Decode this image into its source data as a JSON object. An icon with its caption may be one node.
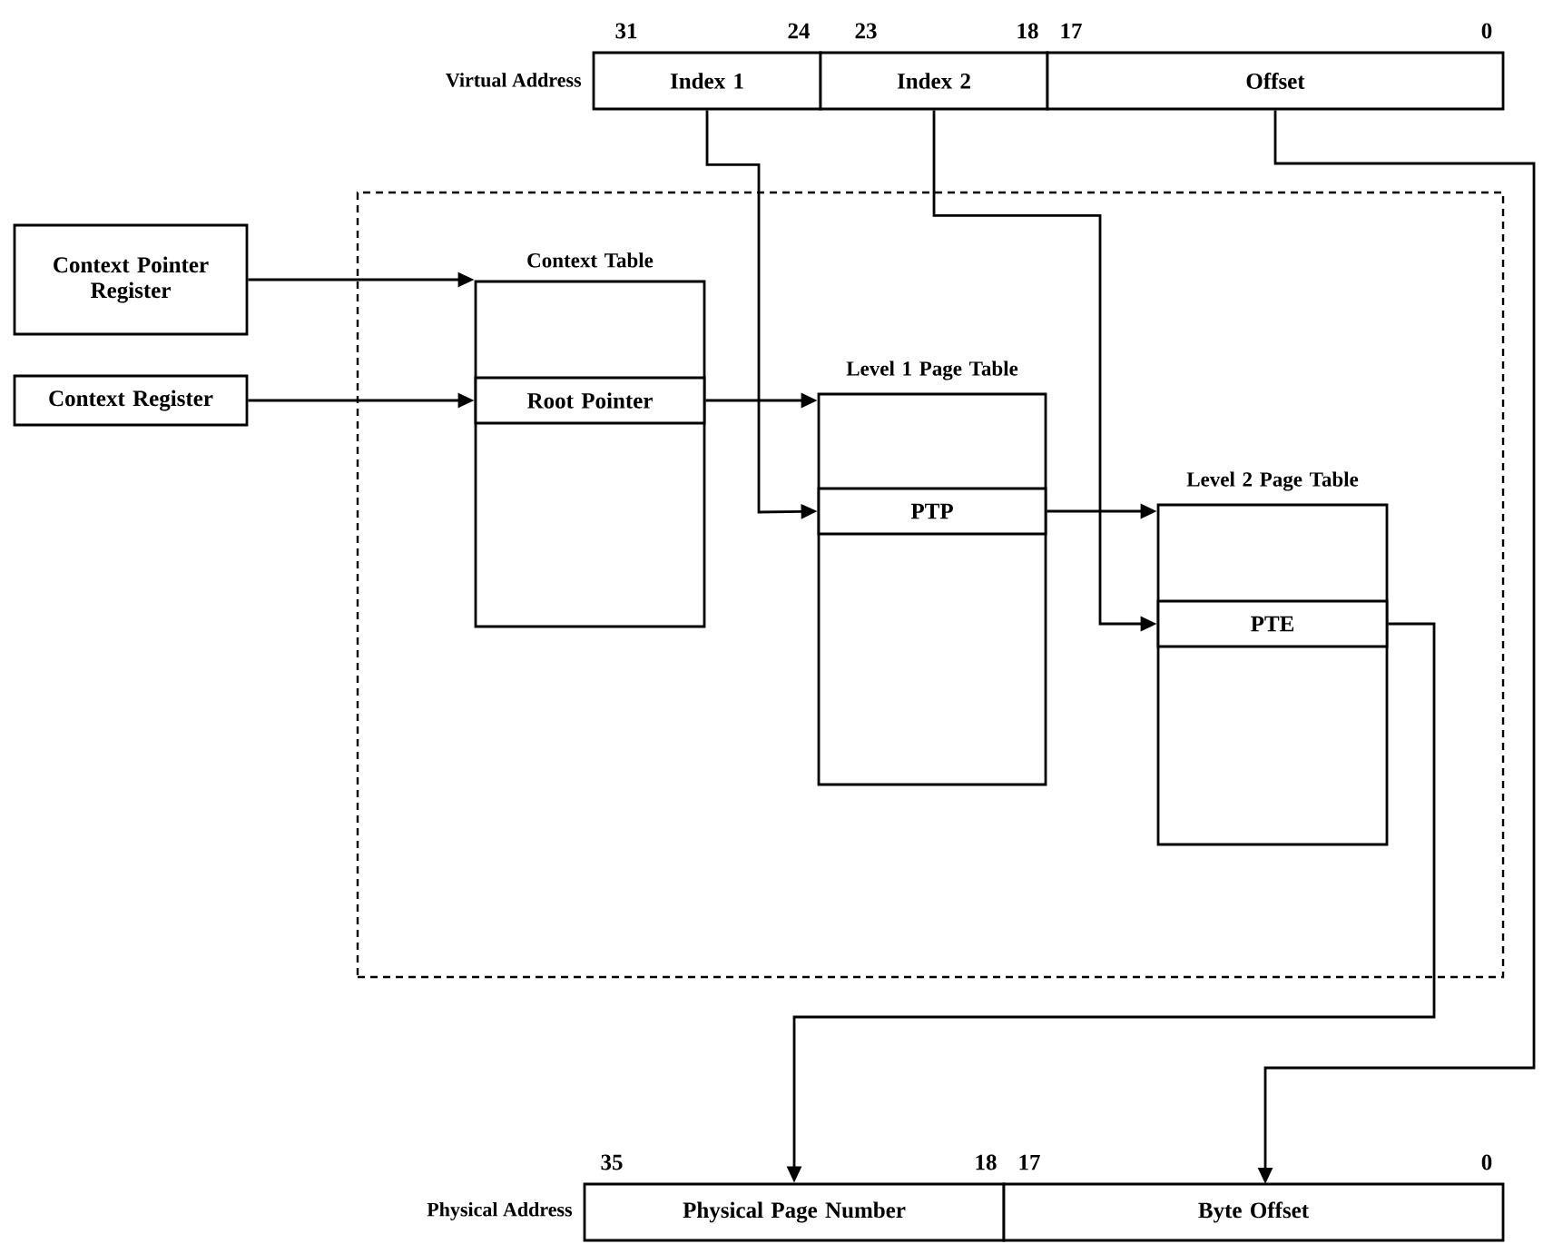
{
  "diagram": {
    "nodes": [
      {
        "text": [
          "Index 1"
        ]
      },
      {
        "text": [
          "Index 2"
        ]
      },
      {
        "text": [
          "Offset"
        ]
      },
      {
        "text": [],
        "shape": "box"
      },
      {
        "text": [
          "Context Pointer Register"
        ]
      },
      {
        "text": [
          "Context Register"
        ]
      },
      {
        "text": [
          "Context Table"
        ],
        "in": 3
      },
      {
        "text": [
          "Root Pointer"
        ],
        "in": 6
      },
      {
        "text": [
          "Level 1 Page Table"
        ],
        "in": 3
      },
      {
        "text": [
          "PTP"
        ],
        "in": 8
      },
      {
        "text": [
          "Level 2 Page Table"
        ],
        "in": 3
      },
      {
        "text": [
          "PTE"
        ],
        "in": 10
      },
      {
        "text": [
          "Physical Page Number"
        ]
      },
      {
        "text": [
          "Byte Offset"
        ]
      }
    ],
    "edges": [
      {
        "from": 4,
        "to": 6,
        "arrow": "to"
      },
      {
        "from": 5,
        "to": 7,
        "arrow": "to"
      },
      {
        "from": 7,
        "to": 8,
        "arrow": "to"
      },
      {
        "from": 0,
        "to": 9,
        "arrow": "to"
      },
      {
        "from": 9,
        "to": 10,
        "arrow": "to"
      },
      {
        "from": 1,
        "to": 11,
        "arrow": "to"
      },
      {
        "from": 11,
        "to": 12,
        "arrow": "to"
      },
      {
        "from": 2,
        "to": 13,
        "arrow": "to"
      }
    ],
    "labels": [
      "31",
      "24",
      "23",
      "18",
      "17",
      "0",
      "Virtual Address",
      "35",
      "18",
      "17",
      "0",
      "Physical Address"
    ]
  }
}
